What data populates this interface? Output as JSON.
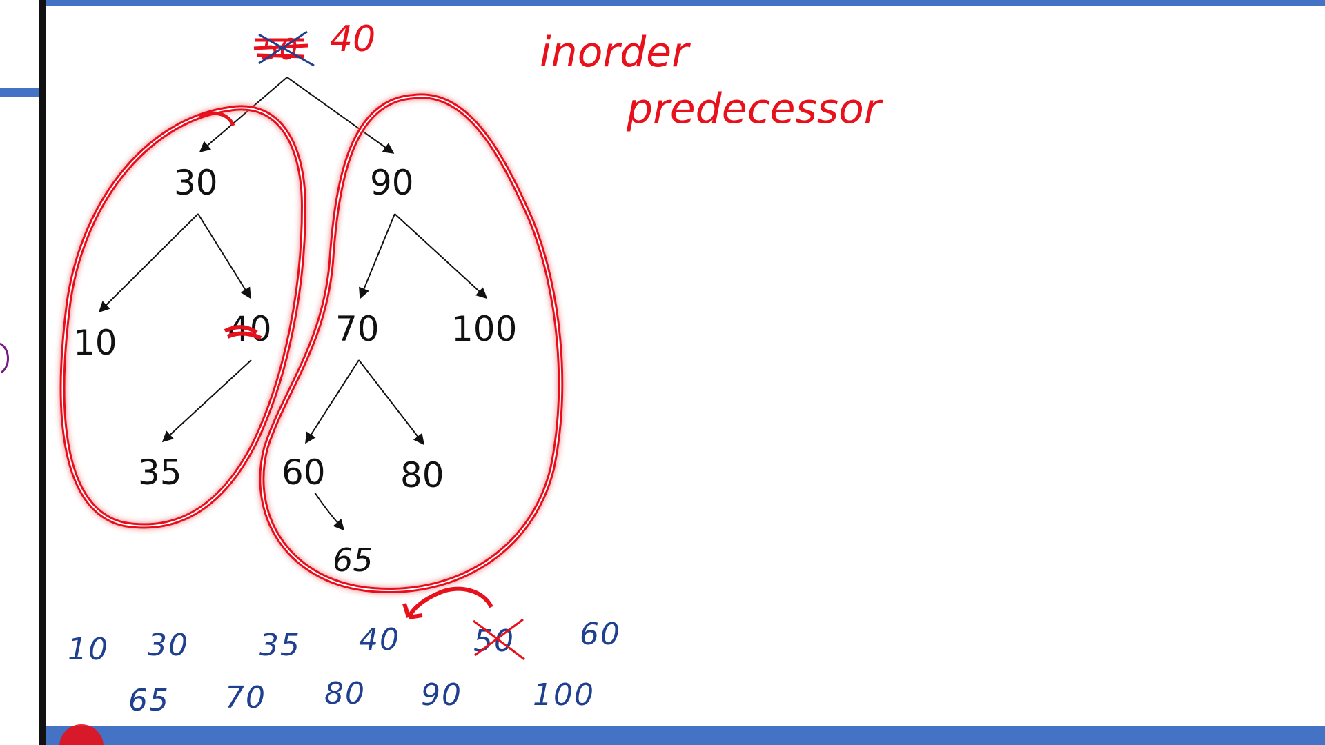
{
  "colors": {
    "slide_bar": "#4472c4",
    "left_border": "#111111",
    "ink_red": "#e8101a",
    "ink_blue": "#1f3f8f",
    "ink_black": "#111111",
    "ink_purple": "#7a1a8a"
  },
  "tree": {
    "root_crossed": "50",
    "root_replacement": "40",
    "nodes": {
      "n30": "30",
      "n90": "90",
      "n10": "10",
      "n40": "40",
      "n70": "70",
      "n100": "100",
      "n35": "35",
      "n60": "60",
      "n80": "80",
      "n65": "65"
    }
  },
  "annotations": {
    "line1": "inorder",
    "line2": "predecessor"
  },
  "inorder_sequence": {
    "row1": [
      "10",
      "30",
      "35",
      "40",
      "50",
      "60"
    ],
    "row2": [
      "65",
      "70",
      "80",
      "90",
      "100"
    ],
    "crossed_value": "50"
  }
}
